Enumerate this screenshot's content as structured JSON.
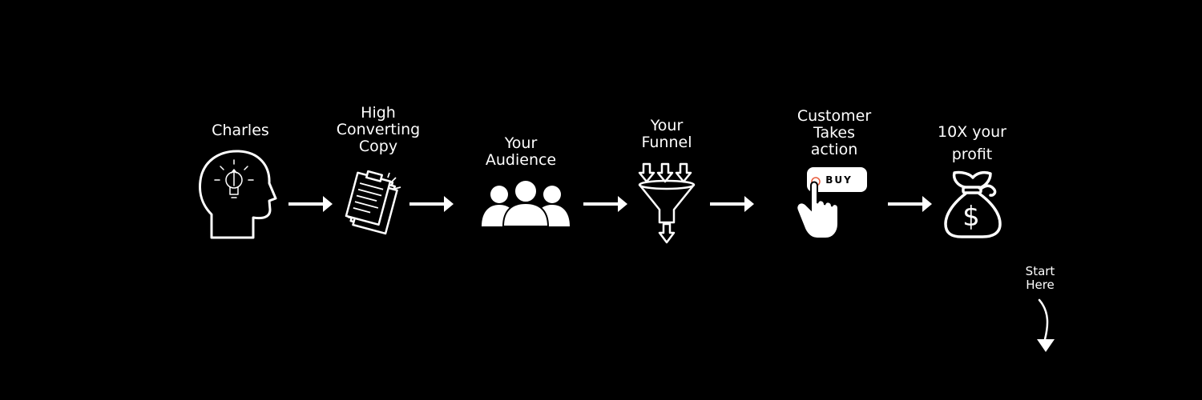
{
  "steps": [
    {
      "label": "Charles",
      "icon": "head-lightbulb-icon"
    },
    {
      "label": "High\nConverting\nCopy",
      "icon": "documents-icon"
    },
    {
      "label": "Your\nAudience",
      "icon": "people-icon"
    },
    {
      "label": "Your\nFunnel",
      "icon": "funnel-icon"
    },
    {
      "label": "Customer\nTakes\naction",
      "icon": "hand-buy-icon",
      "button_text": "BUY"
    },
    {
      "label": "10X your\nprofit",
      "icon": "money-bag-icon",
      "symbol": "$"
    }
  ],
  "start_hint": {
    "label": "Start\nHere",
    "icon": "curved-down-arrow-icon"
  },
  "colors": {
    "background": "#000000",
    "foreground": "#ffffff",
    "accent": "#e8593a"
  }
}
